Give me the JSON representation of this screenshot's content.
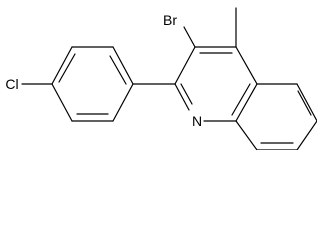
{
  "molecule": {
    "atoms": {
      "bromine": "Br",
      "chlorine": "Cl",
      "nitrogen": "N"
    }
  },
  "colors": {
    "bond": "#000000",
    "label": "#000000",
    "background": "#ffffff"
  }
}
